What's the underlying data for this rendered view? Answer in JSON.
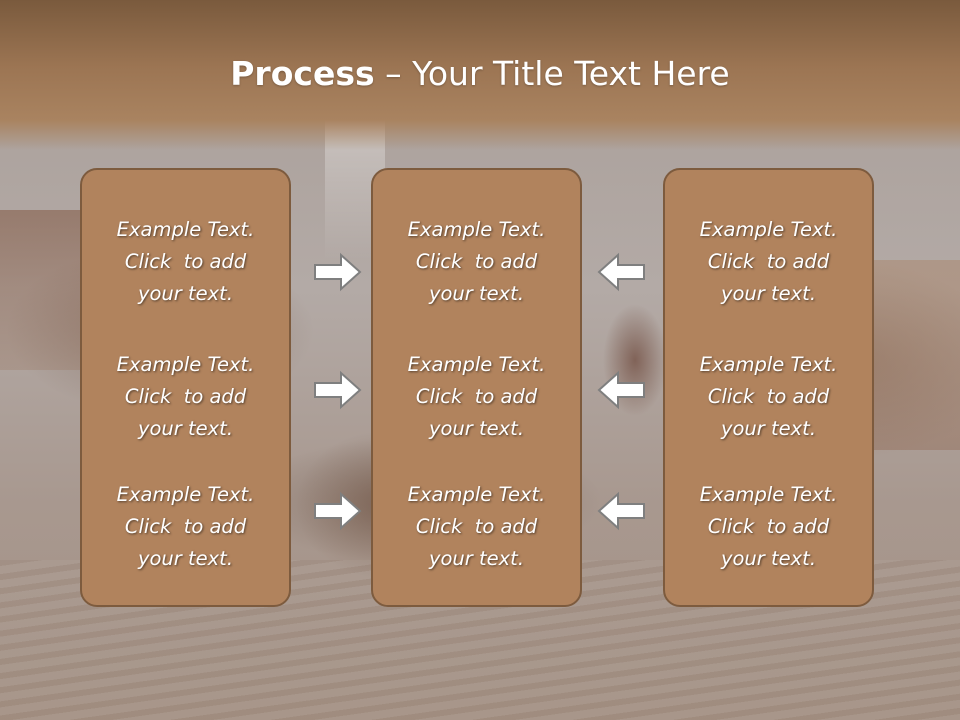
{
  "slide": {
    "title_bold": "Process",
    "title_rest": " – Your Title Text Here"
  },
  "columns": [
    {
      "blocks": [
        {
          "line1": "Example Text.",
          "line2": "Click  to add",
          "line3": "your text."
        },
        {
          "line1": "Example Text.",
          "line2": "Click  to add",
          "line3": "your text."
        },
        {
          "line1": "Example Text.",
          "line2": "Click  to add",
          "line3": "your text."
        }
      ]
    },
    {
      "blocks": [
        {
          "line1": "Example Text.",
          "line2": "Click  to add",
          "line3": "your text."
        },
        {
          "line1": "Example Text.",
          "line2": "Click  to add",
          "line3": "your text."
        },
        {
          "line1": "Example Text.",
          "line2": "Click  to add",
          "line3": "your text."
        }
      ]
    },
    {
      "blocks": [
        {
          "line1": "Example Text.",
          "line2": "Click  to add",
          "line3": "your text."
        },
        {
          "line1": "Example Text.",
          "line2": "Click  to add",
          "line3": "your text."
        },
        {
          "line1": "Example Text.",
          "line2": "Click  to add",
          "line3": "your text."
        }
      ]
    }
  ],
  "icons": {
    "left_arrows": "arrow-right-icon",
    "right_arrows": "arrow-left-icon"
  },
  "colors": {
    "title_band": "#9c7553",
    "panel_fill": "#b1835d",
    "panel_border": "#7d5b3e",
    "arrow_fill": "#ffffff",
    "arrow_stroke": "#7f7f7f",
    "text": "#ffffff"
  }
}
